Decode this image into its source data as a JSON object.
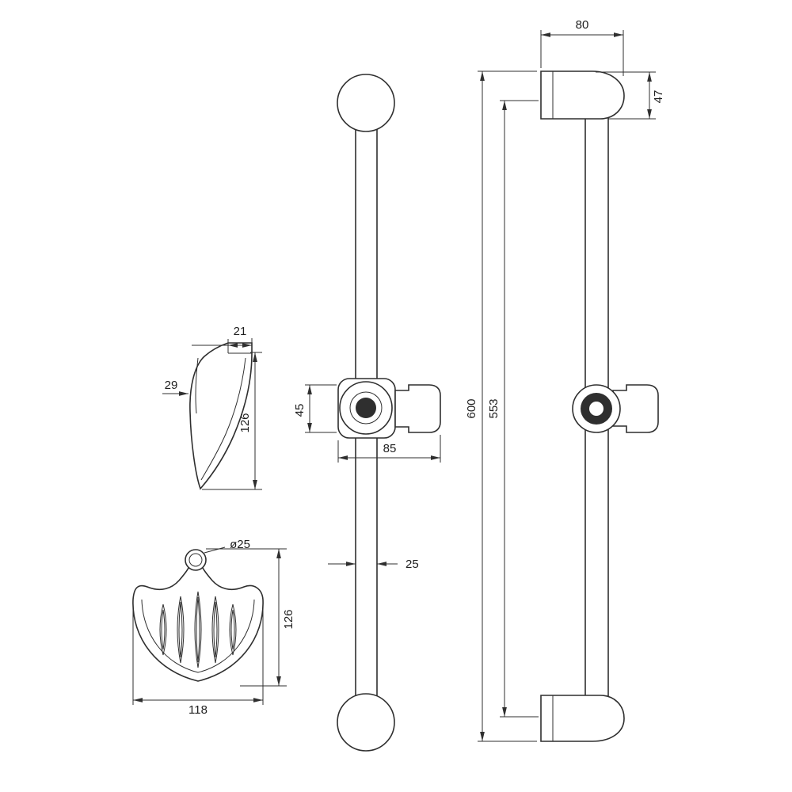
{
  "drawing": {
    "type": "technical-dimension-drawing",
    "subject": "Shower slide rail set with wall brackets, sliding handset holder and soap dish",
    "background": "#ffffff",
    "line_color": "#2f2f2f",
    "fill_black": "#2f2f2f"
  },
  "dims": {
    "holder": {
      "top_width": "21",
      "depth": "29",
      "height": "126"
    },
    "dish": {
      "ring_diameter": "ø25",
      "height": "126",
      "width": "118"
    },
    "rail_front": {
      "slider_height": "45",
      "slider_width": "85",
      "tube_diameter": "25"
    },
    "rail_side": {
      "bracket_width": "80",
      "bracket_height": "47",
      "overall_length": "600",
      "inner_length": "553"
    }
  }
}
